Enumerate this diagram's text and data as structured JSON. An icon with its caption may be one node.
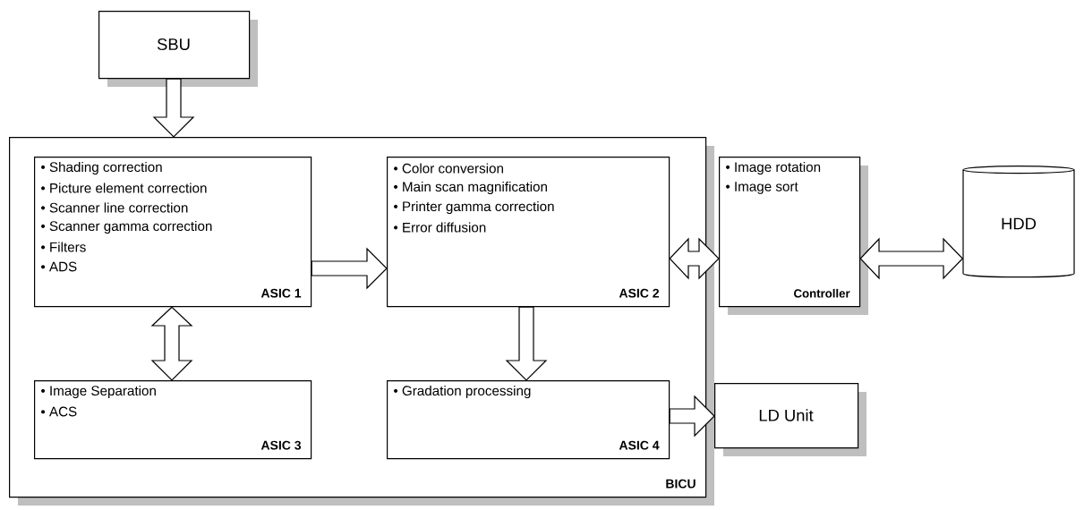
{
  "diagram": {
    "nodes": [
      {
        "text": [
          "SBU"
        ]
      },
      {
        "text": [
          "BICU"
        ]
      },
      {
        "text": [
          "• Shading correction",
          "• Picture element correction",
          "• Scanner line correction",
          "• Scanner gamma correction",
          "• Filters",
          "• ADS",
          "ASIC 1"
        ],
        "in": 1
      },
      {
        "text": [
          "• Color conversion",
          "• Main scan magnification",
          "• Printer gamma correction",
          "• Error diffusion",
          "ASIC 2"
        ],
        "in": 1
      },
      {
        "text": [
          "• Image Separation",
          "• ACS",
          "ASIC 3"
        ],
        "in": 1
      },
      {
        "text": [
          "• Gradation processing",
          "ASIC 4"
        ],
        "in": 1
      },
      {
        "text": [
          "• Image rotation",
          "• Image sort",
          "Controller"
        ]
      },
      {
        "text": [
          "HDD"
        ]
      },
      {
        "text": [
          "LD Unit"
        ]
      }
    ],
    "edges": [
      {
        "from": 0,
        "to": 1,
        "arrow": "to"
      },
      {
        "from": 2,
        "to": 3,
        "arrow": "to"
      },
      {
        "from": 2,
        "to": 4,
        "arrow": "both"
      },
      {
        "from": 3,
        "to": 5,
        "arrow": "to"
      },
      {
        "from": 3,
        "to": 6,
        "arrow": "both"
      },
      {
        "from": 6,
        "to": 7,
        "arrow": "both"
      },
      {
        "from": 5,
        "to": 8,
        "arrow": "to"
      }
    ]
  }
}
